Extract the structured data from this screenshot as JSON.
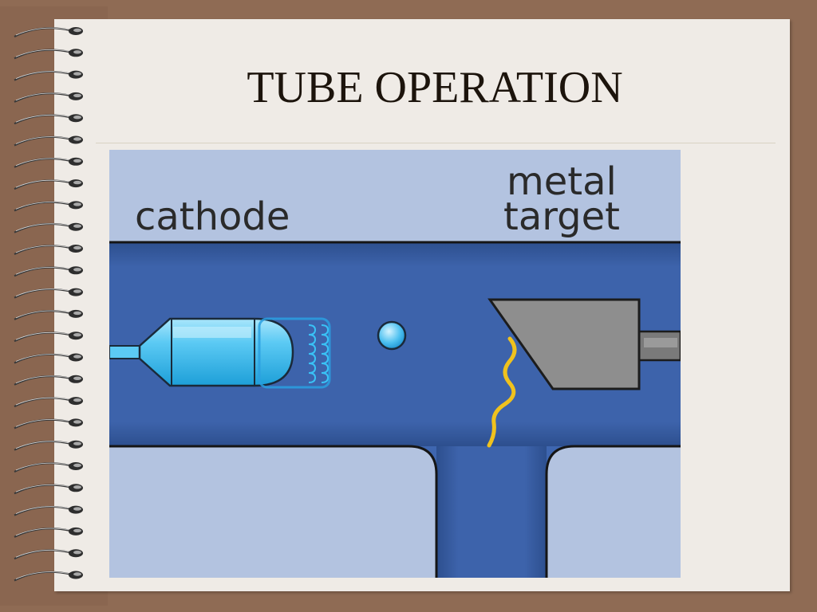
{
  "slide": {
    "title": "TUBE OPERATION"
  },
  "diagram": {
    "labels": {
      "cathode": "cathode",
      "target_line1": "metal",
      "target_line2": "target"
    },
    "colors": {
      "background": "#b3c3e0",
      "tube": "#3e66b0",
      "cathode": "#33b5ec",
      "target": "#8e8e8e",
      "xray": "#f0c21d"
    }
  }
}
